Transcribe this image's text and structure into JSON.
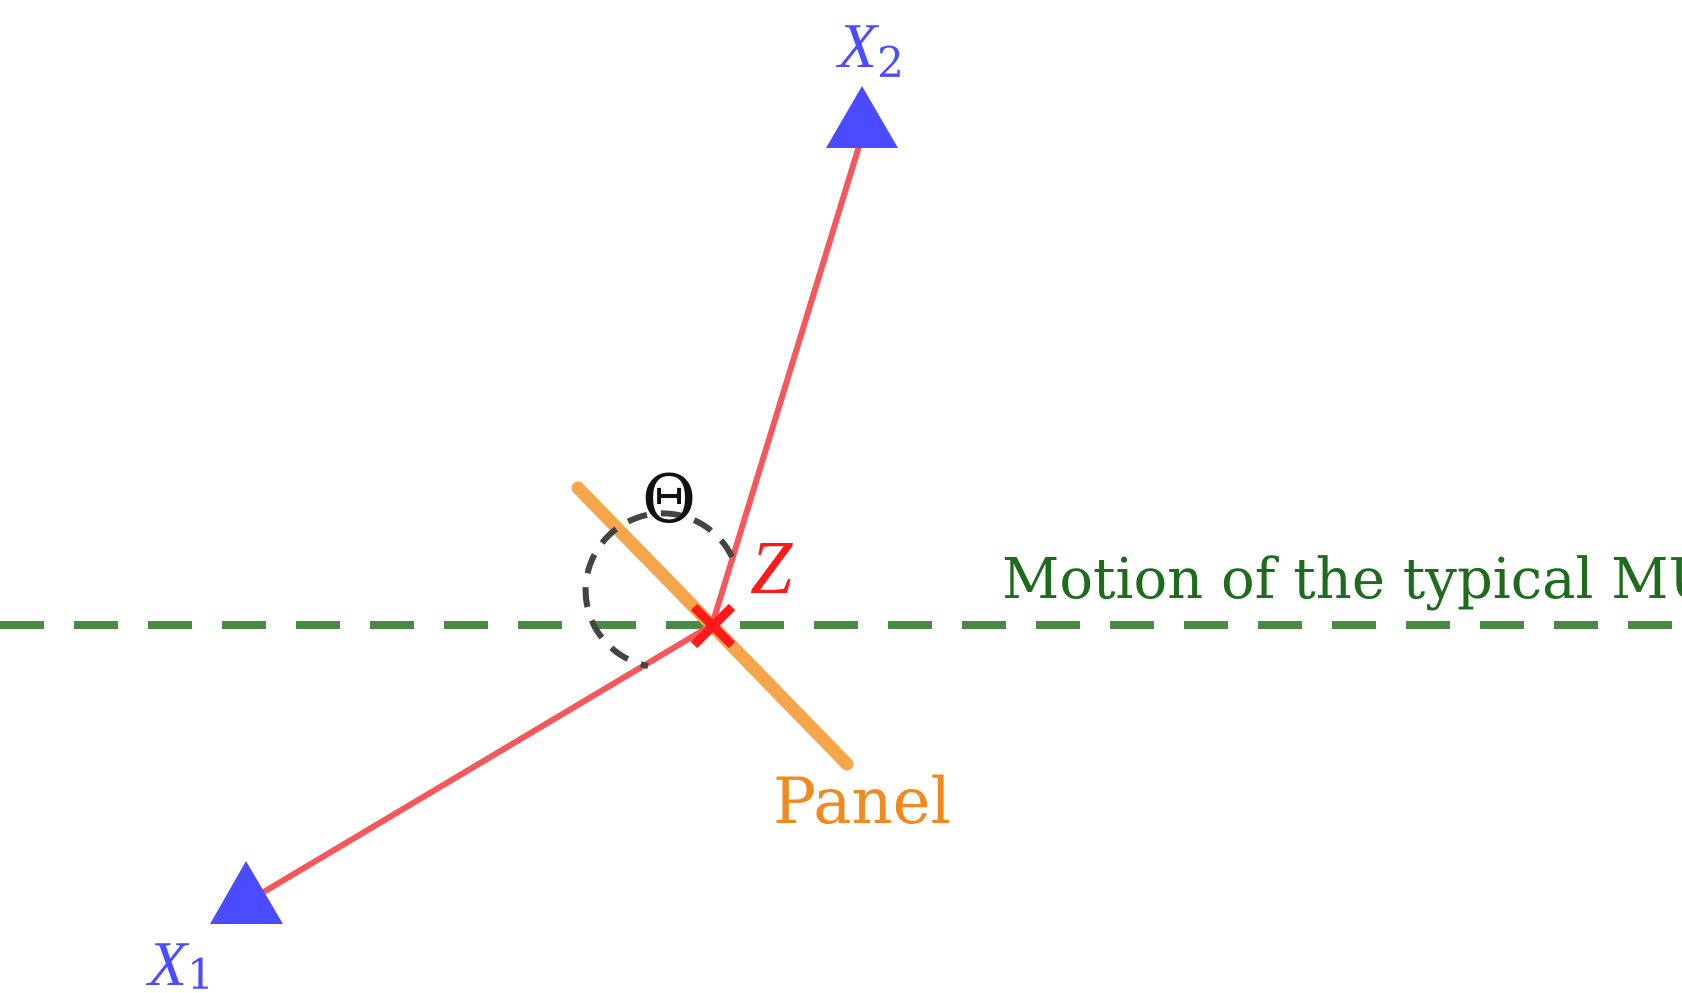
{
  "diagram": {
    "motion_label": "Motion of the typical MU",
    "panel_label": "Panel",
    "angle_label": "Θ",
    "point_z_label": "Z",
    "x1_label": "X",
    "x1_subscript": "1",
    "x2_label": "X",
    "x2_subscript": "2"
  },
  "colors": {
    "motion_line": "#4a8a45",
    "motion_text": "#1e6b1e",
    "panel": "#f5a54a",
    "panel_text": "#f08a1e",
    "ray": "#f5575a",
    "z_marker": "#ff1a1a",
    "transmitter": "#4b4bff",
    "angle_arc": "#444444",
    "angle_text": "#111111"
  },
  "icons": {
    "transmitter": "triangle-up-icon",
    "z_marker": "cross-icon"
  }
}
